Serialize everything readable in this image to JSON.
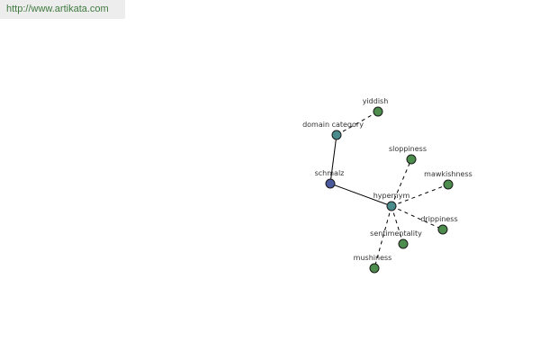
{
  "site_url": "http://www.artikata.com",
  "colors": {
    "central": "#4a5a9c",
    "relation": "#4a8c8c",
    "leaf": "#4c8c4c",
    "edge": "#000000",
    "url_text": "#3f7a3f"
  },
  "nodes": {
    "schmalz": {
      "label": "schmalz",
      "kind": "central"
    },
    "domain": {
      "label": "domain category",
      "kind": "relation"
    },
    "yiddish": {
      "label": "yiddish",
      "kind": "leaf"
    },
    "hypernym": {
      "label": "hypernym",
      "kind": "relation"
    },
    "sloppiness": {
      "label": "sloppiness",
      "kind": "leaf"
    },
    "mawkishness": {
      "label": "mawkishness",
      "kind": "leaf"
    },
    "drippiness": {
      "label": "drippiness",
      "kind": "leaf"
    },
    "sentimentality": {
      "label": "sentimentality",
      "kind": "leaf"
    },
    "mushiness": {
      "label": "mushiness",
      "kind": "leaf"
    }
  },
  "edges": [
    {
      "from": "schmalz",
      "to": "domain",
      "style": "solid"
    },
    {
      "from": "domain",
      "to": "yiddish",
      "style": "dashed"
    },
    {
      "from": "schmalz",
      "to": "hypernym",
      "style": "solid"
    },
    {
      "from": "hypernym",
      "to": "sloppiness",
      "style": "dashed"
    },
    {
      "from": "hypernym",
      "to": "mawkishness",
      "style": "dashed"
    },
    {
      "from": "hypernym",
      "to": "drippiness",
      "style": "dashed"
    },
    {
      "from": "hypernym",
      "to": "sentimentality",
      "style": "dashed"
    },
    {
      "from": "hypernym",
      "to": "mushiness",
      "style": "dashed"
    }
  ]
}
